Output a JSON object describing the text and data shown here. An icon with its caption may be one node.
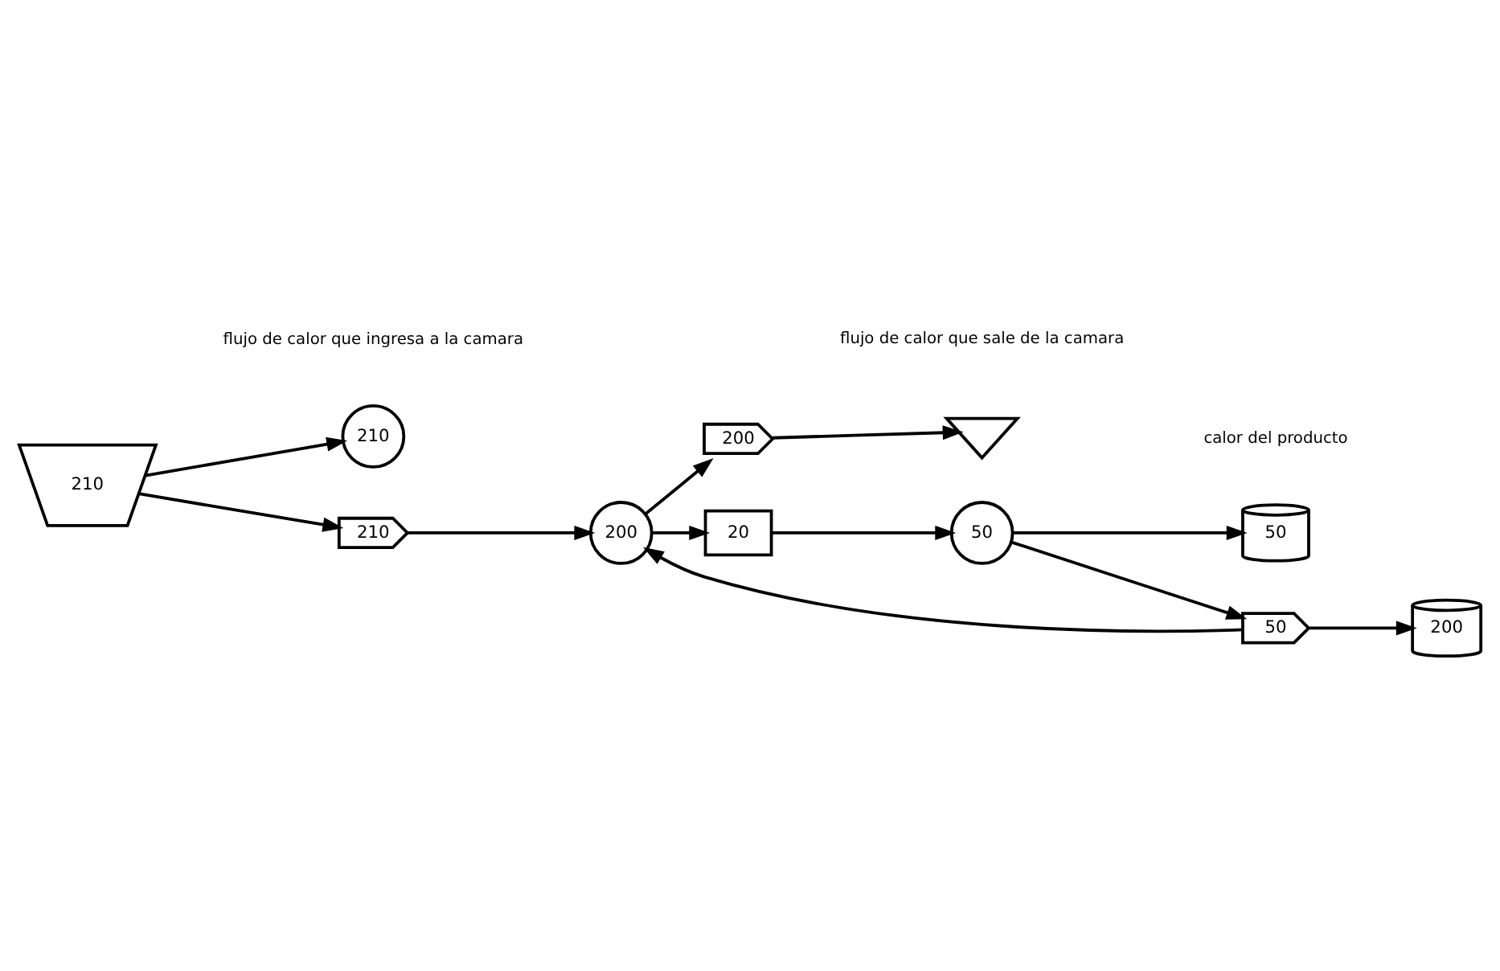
{
  "diagram": {
    "nodes": [
      {
        "text": [
          "210"
        ]
      },
      {
        "text": [
          "210"
        ]
      },
      {
        "text": [
          "210"
        ]
      },
      {
        "text": [
          "200"
        ]
      },
      {
        "text": [
          "200"
        ]
      },
      {
        "text": [],
        "shape": "triangle"
      },
      {
        "text": [
          "200"
        ]
      },
      {
        "text": [
          "20"
        ]
      },
      {
        "text": [
          "50"
        ]
      },
      {
        "text": [
          "50"
        ]
      },
      {
        "text": [
          "50"
        ]
      }
    ],
    "edges": [
      {
        "from": 2,
        "to": 0,
        "arrow": "to"
      },
      {
        "from": 2,
        "to": 1,
        "arrow": "to"
      },
      {
        "from": 1,
        "to": 3,
        "arrow": "to"
      },
      {
        "from": 3,
        "to": 4,
        "arrow": "to"
      },
      {
        "from": 4,
        "to": 5,
        "arrow": "to"
      },
      {
        "from": 9,
        "to": 3,
        "arrow": "to"
      },
      {
        "from": 9,
        "to": 6,
        "arrow": "to"
      },
      {
        "from": 3,
        "to": 7,
        "arrow": "to"
      },
      {
        "from": 7,
        "to": 8,
        "arrow": "to"
      },
      {
        "from": 8,
        "to": 9,
        "arrow": "to"
      },
      {
        "from": 8,
        "to": 10,
        "arrow": "to"
      }
    ],
    "labels": [
      "flujo de calor que ingresa a la camara",
      "flujo de calor que sale de la camara",
      "calor del producto"
    ]
  }
}
